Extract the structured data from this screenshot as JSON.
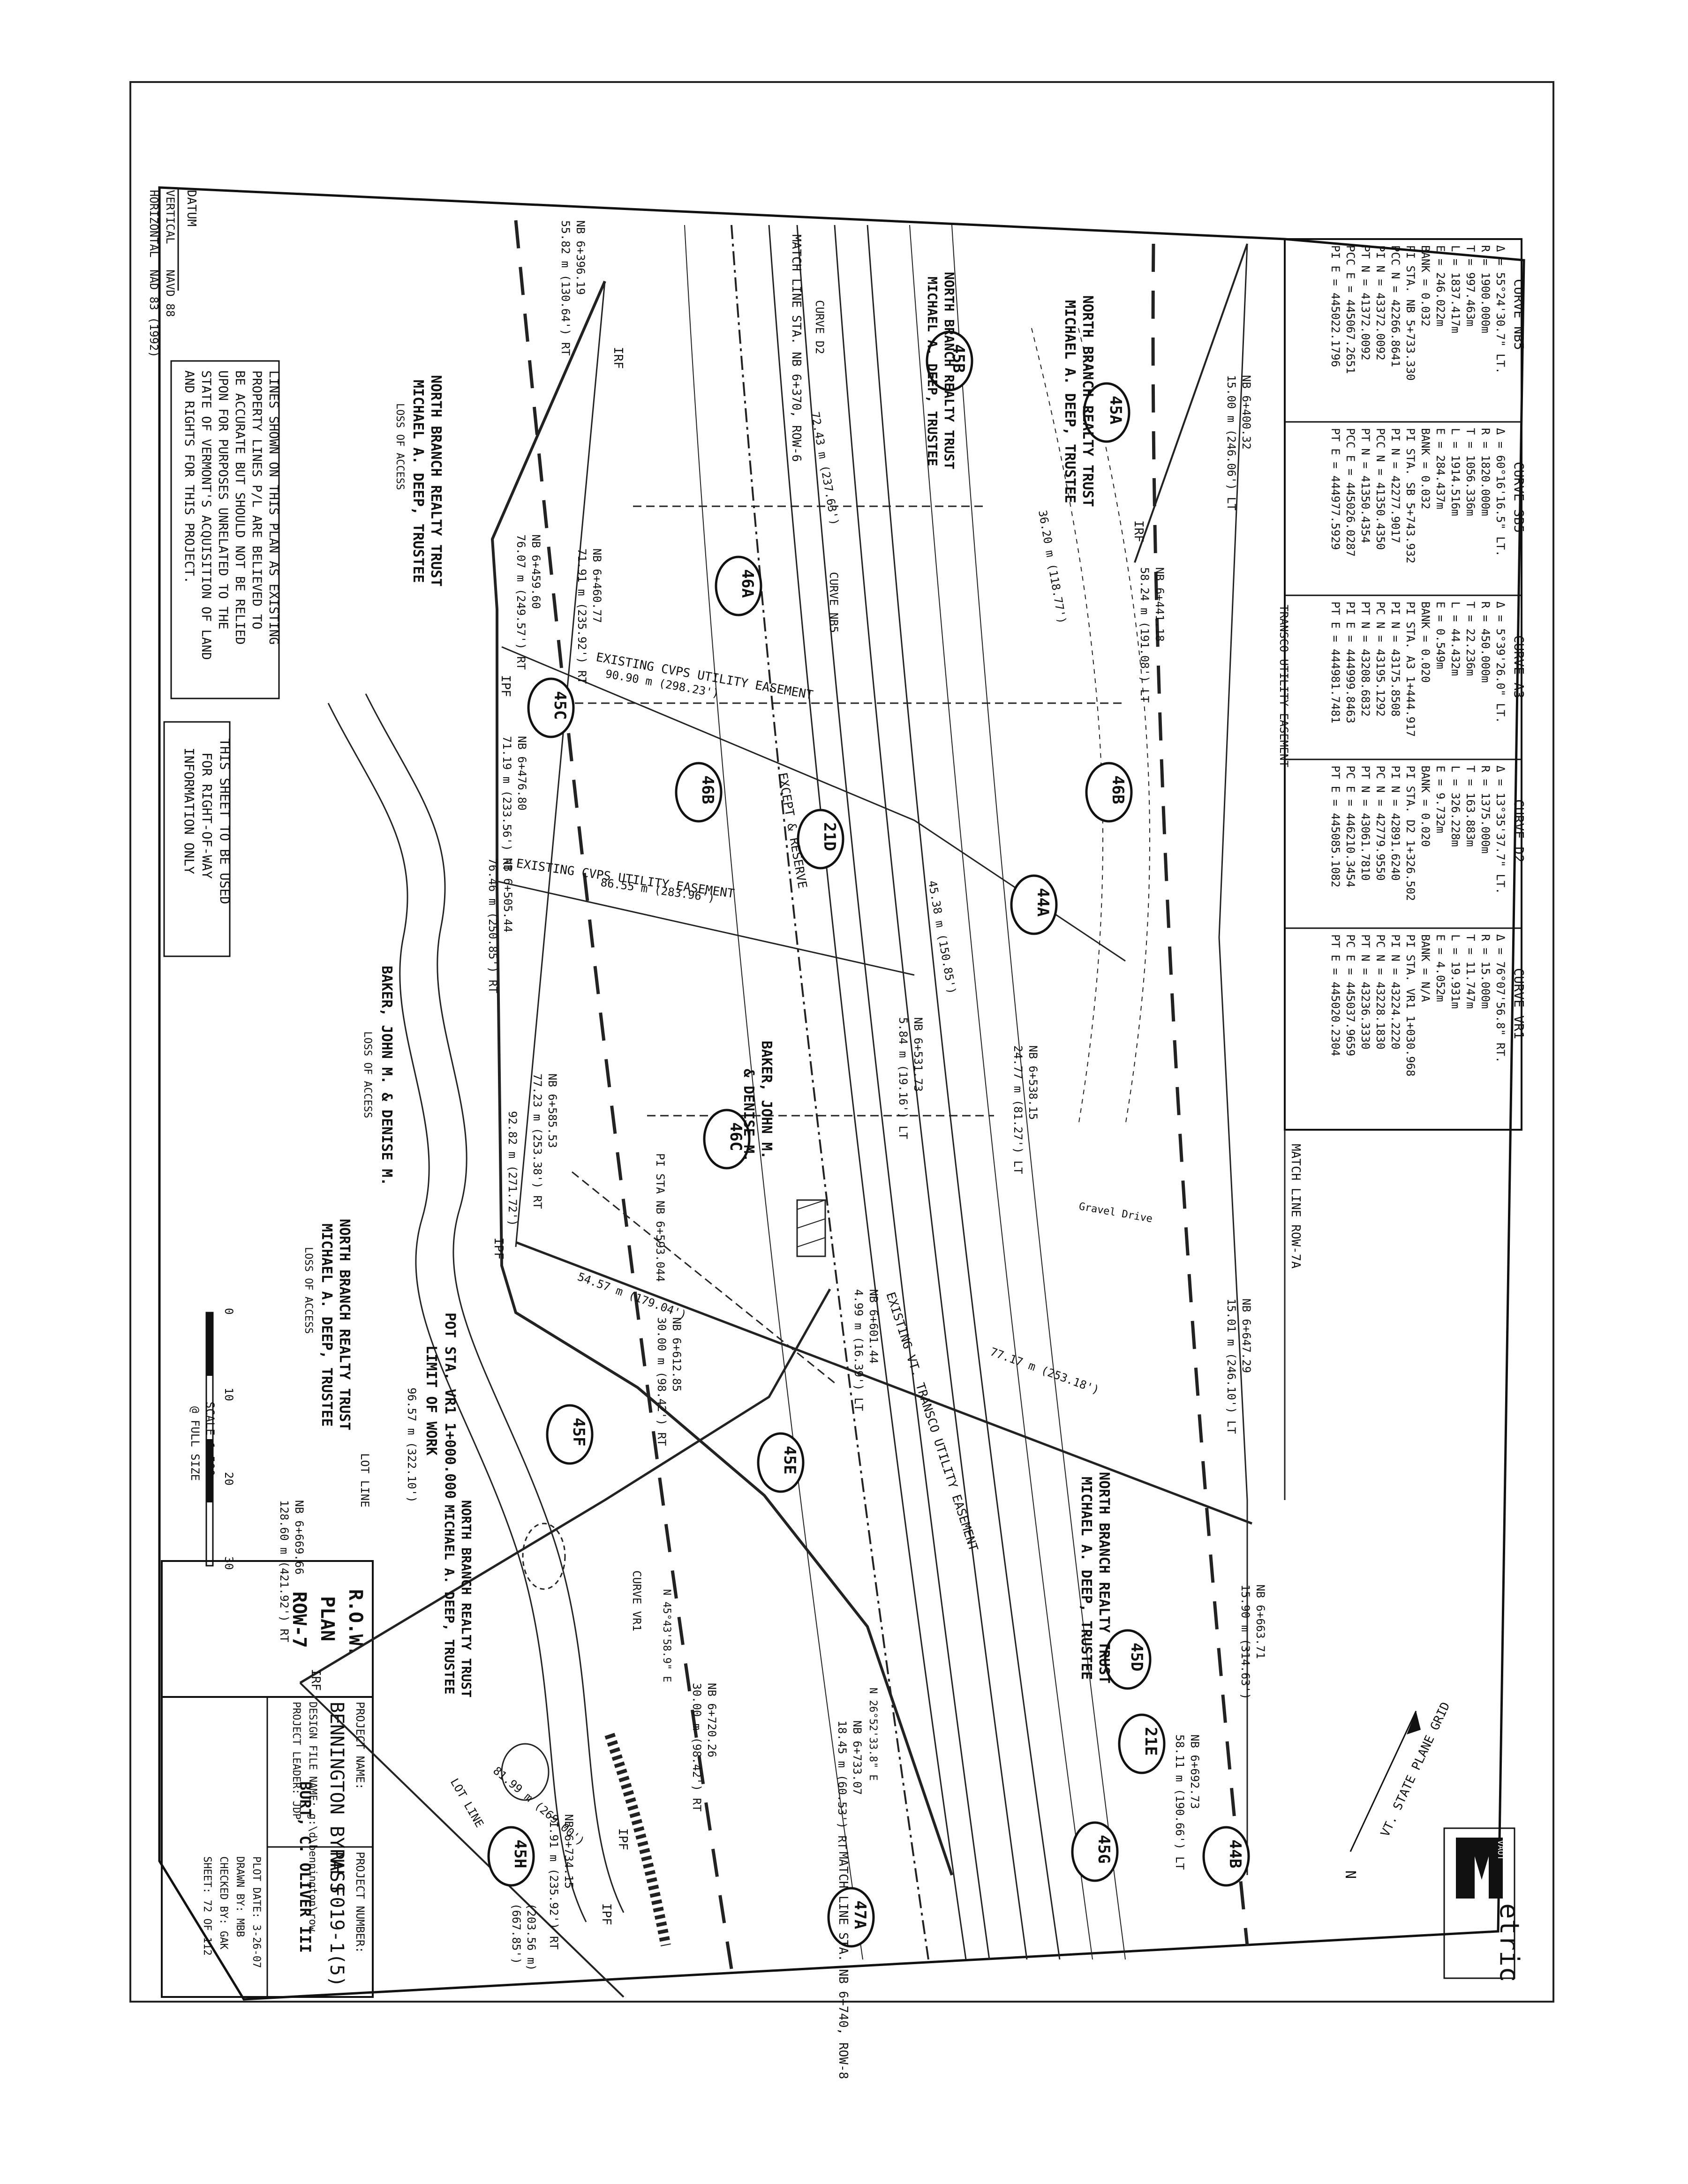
{
  "title_block": {
    "project_name_label": "PROJECT NAME:",
    "project_name": "BENNINGTON BYPASS",
    "design_file": "DESIGN FILE NAME: g:\\d\\bennington\\row",
    "project_leader": "PROJECT LEADER: JDP",
    "project_number_label": "PROJECT NUMBER:",
    "project_number": "NH F019-1(5)",
    "plot_date": "PLOT DATE: 3-26-07",
    "drawn_by": "DRAWN BY: MBB",
    "checked_by": "CHECKED BY: GAK",
    "sheet": "SHEET: 72 OF 112",
    "plan_title_1": "R.O.W.",
    "plan_title_2": "PLAN",
    "plan_title_3": "ROW-7",
    "logo_word": "etric",
    "logo_sub": "VAOT",
    "grid_note": "VT. STATE PLANE GRID",
    "north": "N"
  },
  "datum": {
    "heading": "DATUM",
    "vertical_label": "VERTICAL",
    "vertical_value": "NAVD 88",
    "horizontal_label": "HORIZONTAL",
    "horizontal_value": "NAD 83 (1992)"
  },
  "notes": {
    "property_lines": [
      "LINES SHOWN ON THIS PLAN AS EXISTING",
      "PROPERTY LINES P/L ARE BELIEVED TO",
      "BE ACCURATE BUT SHOULD NOT BE RELIED",
      "UPON FOR PURPOSES UNRELATED TO THE",
      "STATE OF VERMONT'S ACQUISITION OF LAND",
      "AND RIGHTS FOR THIS PROJECT."
    ],
    "row_use": [
      "THIS SHEET TO BE USED",
      "FOR RIGHT-OF-WAY",
      "INFORMATION ONLY"
    ]
  },
  "scale": {
    "ticks": [
      "0",
      "10",
      "20",
      "30"
    ],
    "label_1": "SCALE 1:500",
    "label_2": "@ FULL SIZE"
  },
  "curves": [
    {
      "title": "CURVE NB5",
      "lines": [
        "Δ = 55°24'30.7\" LT.",
        "R = 1900.000m",
        "T = 997.463m",
        "L = 1837.417m",
        "E = 246.022m",
        "BANK = 0.032",
        "PI STA. NB 5+733.330",
        "PCC N = 42266.8641",
        "PI  N = 43372.0092",
        "PT  N = 41372.0092",
        "PCC E = 445067.2651",
        "PI  E = 445022.1796"
      ]
    },
    {
      "title": "CURVE SB5",
      "lines": [
        "Δ = 60°16'16.5\" LT.",
        "R = 1820.000m",
        "T = 1056.336m",
        "L = 1914.516m",
        "E = 284.437m",
        "BANK = 0.032",
        "PI STA. SB 5+743.932",
        "PI  N = 42277.9017",
        "PCC N = 41350.4350",
        "PT  N = 41350.4354",
        "PCC E = 445026.0287",
        "PT  E = 444977.5929"
      ]
    },
    {
      "title": "CURVE A3",
      "lines": [
        "Δ = 5°39'26.0\" LT.",
        "R = 450.000m",
        "T = 22.236m",
        "L = 44.432m",
        "E = 0.549m",
        "BANK = 0.020",
        "PI STA. A3 1+444.917",
        "PI  N = 43175.8508",
        "PC  N = 43195.1292",
        "PT  N = 43208.6832",
        "PI  E = 444999.8463",
        "PT  E = 444981.7481"
      ]
    },
    {
      "title": "CURVE D2",
      "lines": [
        "Δ = 13°35'37.7\" LT.",
        "R = 1375.000m",
        "T = 163.883m",
        "L = 326.228m",
        "E = 9.732m",
        "BANK = 0.020",
        "PI STA. D2 1+326.502",
        "PI  N = 42891.6240",
        "PC  N = 42779.9550",
        "PT  N = 43061.7810",
        "PC  E = 446210.3454",
        "PT  E = 445085.1082"
      ]
    },
    {
      "title": "CURVE VR1",
      "lines": [
        "Δ = 76°07'56.8\" RT.",
        "R = 15.000m",
        "T = 11.747m",
        "L = 19.931m",
        "E = 4.052m",
        "BANK = N/A",
        "PI STA. VR1 1+030.968",
        "PI  N = 43224.2220",
        "PC  N = 43228.1830",
        "PT  N = 43236.3330",
        "PC  E = 445037.9659",
        "PT  E = 445020.2304"
      ]
    }
  ],
  "parcels": [
    "45A",
    "45B",
    "45C",
    "45D",
    "45E",
    "45F",
    "45G",
    "45H",
    "46A",
    "46B",
    "46B",
    "46C",
    "44A",
    "44B",
    "47A",
    "21D",
    "21E"
  ],
  "owners": [
    {
      "line1": "NORTH BRANCH REALTY TRUST",
      "line2": "MICHAEL A. DEEP, TRUSTEE"
    },
    {
      "line1": "NORTH BRANCH REALTY TRUST",
      "line2": "MICHAEL A. DEEP, TRUSTEE",
      "line3": "LOSS OF ACCESS"
    },
    {
      "line1": "NORTH BRANCH REALTY TRUST",
      "line2": "MICHAEL A. DEEP, TRUSTEE"
    },
    {
      "line1": "BAKER, JOHN M. & DENISE M.",
      "line2": "LOSS OF ACCESS"
    },
    {
      "line1": "BAKER, JOHN M.",
      "line2": "& DENISE M."
    },
    {
      "line1": "NORTH BRANCH REALTY TRUST",
      "line2": "MICHAEL A. DEEP, TRUSTEE",
      "line3": "LOSS OF ACCESS"
    },
    {
      "line1": "NORTH BRANCH REALTY TRUST",
      "line2": "MICHAEL A. DEEP, TRUSTEE"
    },
    {
      "line1": "BURT, C. OLIVER III"
    }
  ],
  "annotations": {
    "match_top": "MATCH LINE STA. NB 6+370, ROW-6",
    "match_bottom": "MATCH LINE STA. NB 6+740, ROW-8",
    "match_right": "MATCH LINE ROW-7A",
    "limit_of_work": "POT STA. VR1 1+000.000",
    "limit_of_work_2": "LIMIT OF WORK",
    "cvps_easement_1": "EXISTING CVPS UTILITY EASEMENT",
    "cvps_easement_2": "EXISTING CVPS UTILITY EASEMENT",
    "transco_easement": "EXISTING VT. TRANSCO UTILITY EASEMENT",
    "transco_top": "TRANSCO UTILITY EASEMENT",
    "except_reserve": "EXCEPT & RESERVE",
    "curve_nb5_label": "CURVE NB5",
    "curve_vr1_label": "CURVE VR1",
    "curve_d2_label": "CURVE D2",
    "lot_line_1": "LOT LINE",
    "lot_line_2": "LOT LINE",
    "gravel_drive": "Gravel Drive",
    "pi_sta": "PI STA NB 6+593.044",
    "bearing_1": "N 45°43'58.9\" E",
    "bearing_2": "N 26°52'33.8\" E",
    "irf": "IRF",
    "ipf": "IPF"
  },
  "stations": [
    "NB 6+396.19",
    "55.82 m (130.64') RT",
    "NB 6+400.32",
    "15.00 m (246.06') LT",
    "72.43 m (237.63')",
    "36.20 m (118.77')",
    "NB 6+441.18",
    "58.24 m (191.08') LT",
    "NB 6+460.77",
    "71.91 m (235.92') RT",
    "NB 6+459.60",
    "76.07 m (249.57') RT",
    "90.90 m (298.23')",
    "NB 6+476.80",
    "71.19 m (233.56') RT",
    "NB 6+505.44",
    "76.46 m (250.85') RT",
    "86.55 m (283.96')",
    "NB 6+538.15",
    "24.77 m (81.27') LT",
    "NB 6+531.73",
    "5.84 m (19.16') LT",
    "45.38 m (150.85')",
    "NB 6+585.53",
    "77.23 m (253.38') RT",
    "92.82 m (271.72')",
    "NB 6+612.85",
    "30.00 m (98.42') RT",
    "NB 6+601.44",
    "4.99 m (16.39') LT",
    "54.57 m (179.04')",
    "NB 6+647.29",
    "15.01 m (246.10') LT",
    "77.17 m (253.18')",
    "NB 6+669.66",
    "128.60 m (421.92') RT",
    "96.57 m (322.10')",
    "NB 6+720.26",
    "30.00 m (98.42') RT",
    "NB 6+733.07",
    "18.45 m (60.53') RT",
    "81.99 m (269.00')",
    "NB 6+734.15",
    "71.91 m (235.92') RT",
    "(203.56 m)",
    "(667.85')",
    "NB 6+663.71",
    "15.90 m (314.63')",
    "NB 6+692.73",
    "58.11 m (190.66') LT"
  ]
}
